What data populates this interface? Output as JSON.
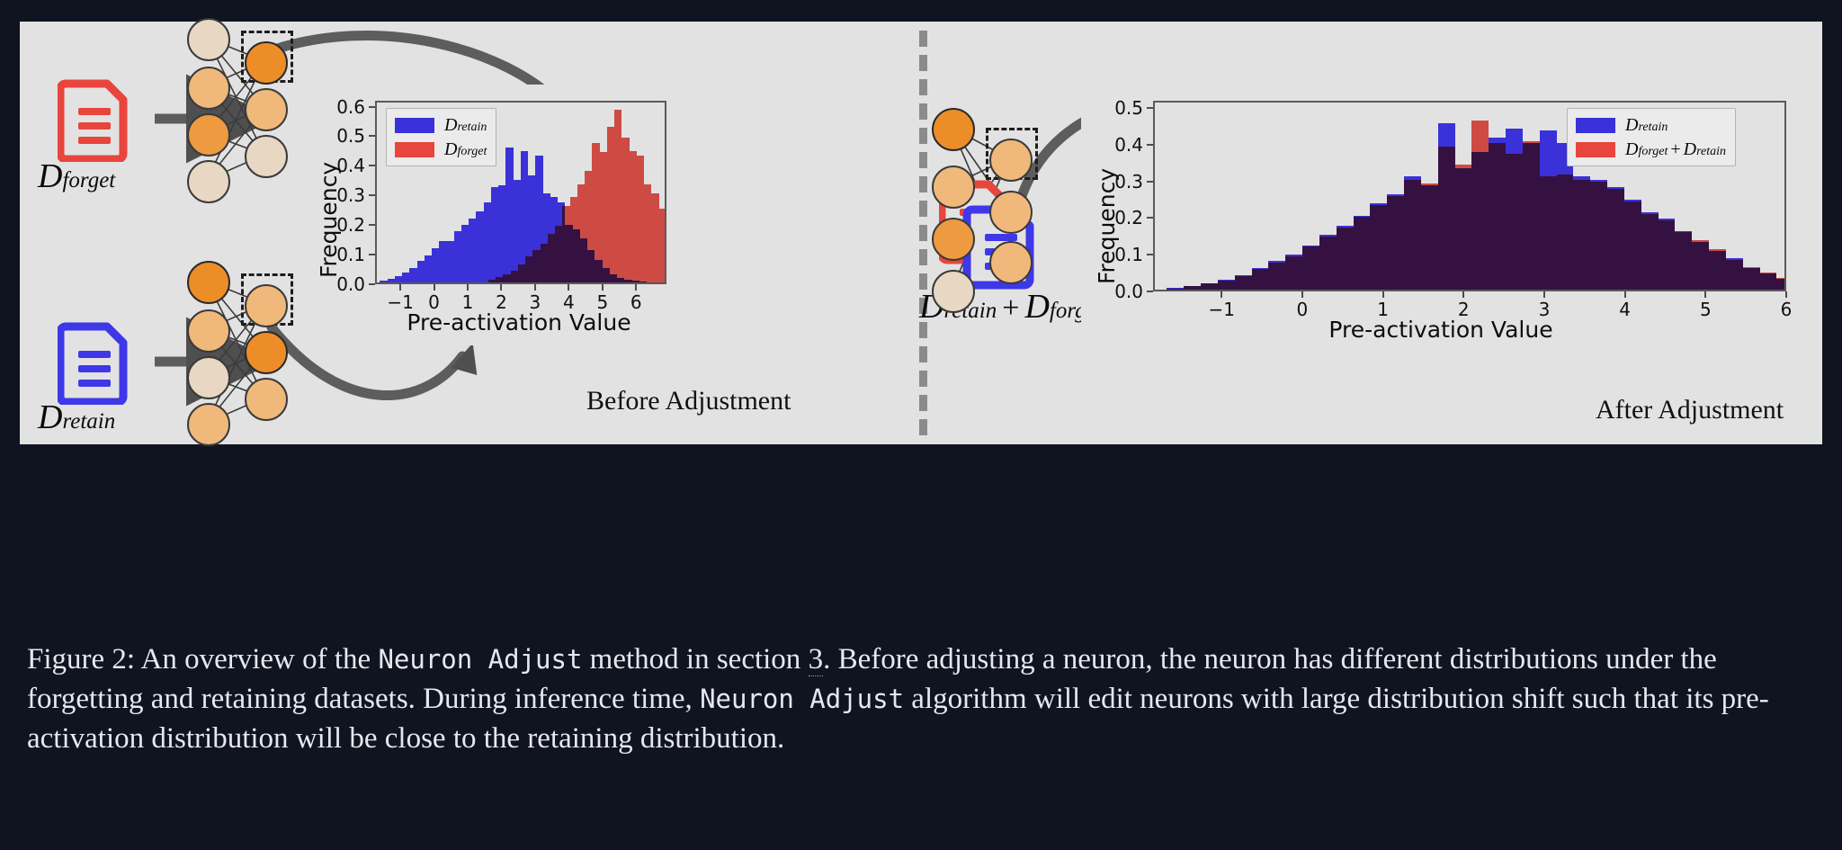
{
  "figure": {
    "caption_parts": {
      "p1": "Figure 2: An overview of the ",
      "mono1": "Neuron Adjust",
      "p2": " method in section ",
      "link": "3",
      "p3": ". Before adjusting a neuron, the neuron has different distributions under the forgetting and retaining datasets. During inference time, ",
      "mono2": "Neuron Adjust",
      "p4": " algorithm will edit neurons with large distribution shift such that its pre-activation distribution will be close to the retaining distribution."
    },
    "caption_full": "Figure 2: An overview of the Neuron Adjust method in section 3. Before adjusting a neuron, the neuron has different distributions under the forgetting and retaining datasets. During inference time, Neuron Adjust algorithm will edit neurons with large distribution shift such that its pre-activation distribution will be close to the retaining distribution."
  },
  "left_panel": {
    "caption": "Before Adjustment",
    "forget_label": {
      "base": "D",
      "sub": "forget"
    },
    "retain_label": {
      "base": "D",
      "sub": "retain"
    },
    "doc_forget_color": "#e8453c",
    "doc_retain_color": "#3f38e8"
  },
  "right_panel": {
    "caption": "After Adjustment",
    "combined_label": {
      "base1": "D",
      "sub1": "retain",
      "op": "+",
      "base2": "D",
      "sub2": "forget"
    },
    "doc_forget_color": "#e8453c",
    "doc_retain_color": "#3f38e8"
  },
  "colors": {
    "panel_bg": "#e2e2e2",
    "page_bg": "#101420",
    "retain_blue": "#3a32d8",
    "forget_red": "#e8453c",
    "overlap": "#8e0b45",
    "neuron_hot": "#ed8d28",
    "neuron_warm": "#f0b97b",
    "neuron_cool": "#e8d8c3",
    "arrow_gray": "#5d5d5d",
    "divider_gray": "#8b8b8b"
  },
  "chart_data": [
    {
      "type": "bar",
      "id": "before-adjustment-histogram",
      "title": "",
      "xlabel": "Pre-activation Value",
      "ylabel": "Frequency",
      "xlim": [
        -1.75,
        6.9
      ],
      "ylim": [
        0.0,
        0.62
      ],
      "xticks": [
        -1,
        0,
        1,
        2,
        3,
        4,
        5,
        6
      ],
      "yticks": [
        0.0,
        0.1,
        0.2,
        0.3,
        0.4,
        0.5,
        0.6
      ],
      "grid": false,
      "legend_position": "upper left",
      "legend": [
        {
          "name": "D_retain",
          "base": "D",
          "sub": "retain",
          "color": "#3a32d8"
        },
        {
          "name": "D_forget",
          "base": "D",
          "sub": "forget",
          "color": "#e8453c"
        }
      ],
      "bin_width": 0.22,
      "series": [
        {
          "name": "D_retain",
          "color": "#3a32d8",
          "bin_start": -1.66,
          "values": [
            0.006,
            0.012,
            0.022,
            0.033,
            0.05,
            0.072,
            0.09,
            0.116,
            0.14,
            0.14,
            0.172,
            0.196,
            0.215,
            0.24,
            0.27,
            0.322,
            0.328,
            0.455,
            0.345,
            0.443,
            0.362,
            0.43,
            0.3,
            0.29,
            0.27,
            0.195,
            0.18,
            0.15,
            0.11,
            0.075,
            0.048,
            0.028,
            0.016,
            0.01,
            0.006,
            0.003,
            0.001,
            0.0,
            0.0,
            0.0
          ]
        },
        {
          "name": "D_forget",
          "color": "#e8453c",
          "bin_start": 1.56,
          "values": [
            0.008,
            0.018,
            0.028,
            0.04,
            0.06,
            0.088,
            0.11,
            0.13,
            0.165,
            0.19,
            0.258,
            0.29,
            0.33,
            0.378,
            0.47,
            0.44,
            0.525,
            0.585,
            0.49,
            0.445,
            0.43,
            0.33,
            0.3,
            0.25,
            0.2,
            0.19,
            0.15,
            0.13,
            0.105,
            0.075,
            0.06,
            0.04,
            0.02,
            0.012,
            0.006,
            0.003
          ]
        }
      ]
    },
    {
      "type": "bar",
      "id": "after-adjustment-histogram",
      "title": "",
      "xlabel": "Pre-activation Value",
      "ylabel": "Frequency",
      "xlim": [
        -1.85,
        6.0
      ],
      "ylim": [
        0.0,
        0.52
      ],
      "xticks": [
        -1,
        0,
        1,
        2,
        3,
        4,
        5,
        6
      ],
      "yticks": [
        0.0,
        0.1,
        0.2,
        0.3,
        0.4,
        0.5
      ],
      "grid": false,
      "legend_position": "upper right",
      "legend": [
        {
          "name": "D_retain",
          "base": "D",
          "sub": "retain",
          "color": "#3a32d8"
        },
        {
          "name": "D_forget + D_retain",
          "base": "D",
          "sub": "forget",
          "op": "+",
          "base2": "D",
          "sub2": "retain",
          "color": "#e8453c"
        }
      ],
      "bin_width": 0.21,
      "series": [
        {
          "name": "D_retain",
          "color": "#3a32d8",
          "bin_start": -1.7,
          "values": [
            0.004,
            0.01,
            0.018,
            0.026,
            0.04,
            0.06,
            0.078,
            0.095,
            0.12,
            0.15,
            0.175,
            0.2,
            0.235,
            0.26,
            0.31,
            0.285,
            0.455,
            0.33,
            0.375,
            0.415,
            0.44,
            0.4,
            0.435,
            0.4,
            0.31,
            0.3,
            0.28,
            0.245,
            0.21,
            0.195,
            0.16,
            0.13,
            0.105,
            0.085,
            0.06,
            0.045,
            0.03,
            0.02,
            0.012,
            0.006,
            0.003,
            0.001
          ]
        },
        {
          "name": "D_forget + D_retain",
          "color": "#e8453c",
          "bin_start": -1.7,
          "values": [
            0.003,
            0.009,
            0.016,
            0.025,
            0.038,
            0.056,
            0.074,
            0.092,
            0.118,
            0.145,
            0.17,
            0.198,
            0.23,
            0.255,
            0.3,
            0.29,
            0.39,
            0.34,
            0.46,
            0.4,
            0.37,
            0.405,
            0.31,
            0.315,
            0.3,
            0.295,
            0.275,
            0.24,
            0.205,
            0.19,
            0.158,
            0.135,
            0.11,
            0.082,
            0.062,
            0.046,
            0.032,
            0.022,
            0.013,
            0.007,
            0.003,
            0.001
          ]
        }
      ]
    }
  ]
}
